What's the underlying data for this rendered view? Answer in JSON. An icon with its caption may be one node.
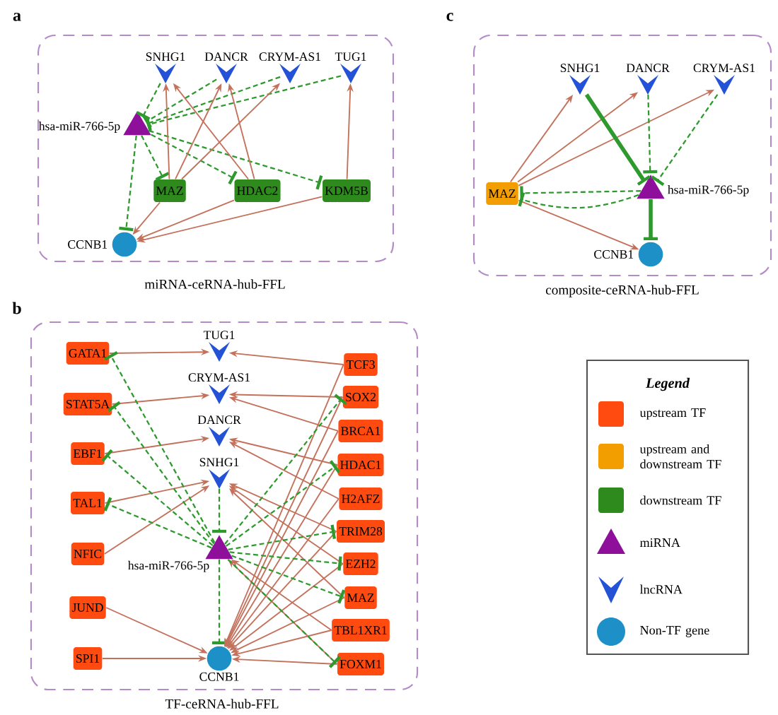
{
  "diagram": {
    "nodes": [
      {
        "text": [
          "miRNA-ceRNA-hub-FFL"
        ]
      },
      {
        "text": [
          "SNHG1"
        ],
        "in": 0
      },
      {
        "text": [
          "DANCR"
        ],
        "in": 0
      },
      {
        "text": [
          "CRYM-AS1"
        ],
        "in": 0
      },
      {
        "text": [
          "TUG1"
        ],
        "in": 0
      },
      {
        "text": [
          "hsa-miR-766-5p"
        ],
        "in": 0
      },
      {
        "text": [
          "MAZ"
        ],
        "in": 0
      },
      {
        "text": [
          "HDAC2"
        ],
        "in": 0
      },
      {
        "text": [
          "KDM5B"
        ],
        "in": 0
      },
      {
        "text": [
          "CCNB1"
        ],
        "in": 0
      },
      {
        "text": [
          "composite-ceRNA-hub-FFL"
        ]
      },
      {
        "text": [
          "SNHG1"
        ],
        "in": 10
      },
      {
        "text": [
          "DANCR"
        ],
        "in": 10
      },
      {
        "text": [
          "CRYM-AS1"
        ],
        "in": 10
      },
      {
        "text": [
          "MAZ"
        ],
        "in": 10
      },
      {
        "text": [
          "hsa-miR-766-5p"
        ],
        "in": 10
      },
      {
        "text": [
          "CCNB1"
        ],
        "in": 10
      },
      {
        "text": [
          "TF-ceRNA-hub-FFL"
        ]
      },
      {
        "text": [
          "GATA1"
        ],
        "in": 17
      },
      {
        "text": [
          "STAT5A"
        ],
        "in": 17
      },
      {
        "text": [
          "EBF1"
        ],
        "in": 17
      },
      {
        "text": [
          "TAL1"
        ],
        "in": 17
      },
      {
        "text": [
          "NFIC"
        ],
        "in": 17
      },
      {
        "text": [
          "JUND"
        ],
        "in": 17
      },
      {
        "text": [
          "SPI1"
        ],
        "in": 17
      },
      {
        "text": [
          "TUG1"
        ],
        "in": 17
      },
      {
        "text": [
          "CRYM-AS1"
        ],
        "in": 17
      },
      {
        "text": [
          "DANCR"
        ],
        "in": 17
      },
      {
        "text": [
          "SNHG1"
        ],
        "in": 17
      },
      {
        "text": [
          "hsa-miR-766-5p"
        ],
        "in": 17
      },
      {
        "text": [
          "CCNB1"
        ],
        "in": 17
      },
      {
        "text": [
          "TCF3"
        ],
        "in": 17
      },
      {
        "text": [
          "SOX2"
        ],
        "in": 17
      },
      {
        "text": [
          "BRCA1"
        ],
        "in": 17
      },
      {
        "text": [
          "HDAC1"
        ],
        "in": 17
      },
      {
        "text": [
          "H2AFZ"
        ],
        "in": 17
      },
      {
        "text": [
          "TRIM28"
        ],
        "in": 17
      },
      {
        "text": [
          "EZH2"
        ],
        "in": 17
      },
      {
        "text": [
          "MAZ"
        ],
        "in": 17
      },
      {
        "text": [
          "TBL1XR1"
        ],
        "in": 17
      },
      {
        "text": [
          "FOXM1"
        ],
        "in": 17
      }
    ],
    "edges": [
      {
        "from": 1,
        "to": 5,
        "arrow": "other",
        "style": "dashed",
        "color": "#2e9a2e"
      },
      {
        "from": 2,
        "to": 5,
        "arrow": "other",
        "style": "dashed",
        "color": "#2e9a2e"
      },
      {
        "from": 3,
        "to": 5,
        "arrow": "other",
        "style": "dashed",
        "color": "#2e9a2e"
      },
      {
        "from": 4,
        "to": 5,
        "arrow": "other",
        "style": "dashed",
        "color": "#2e9a2e"
      },
      {
        "from": 5,
        "to": 6,
        "arrow": "other",
        "style": "dashed",
        "color": "#2e9a2e"
      },
      {
        "from": 5,
        "to": 7,
        "arrow": "other",
        "style": "dashed",
        "color": "#2e9a2e"
      },
      {
        "from": 5,
        "to": 8,
        "arrow": "other",
        "style": "dashed",
        "color": "#2e9a2e"
      },
      {
        "from": 5,
        "to": 9,
        "arrow": "other",
        "style": "dashed",
        "color": "#2e9a2e"
      },
      {
        "from": 6,
        "to": 1,
        "arrow": "to"
      },
      {
        "from": 6,
        "to": 2,
        "arrow": "to"
      },
      {
        "from": 6,
        "to": 3,
        "arrow": "to"
      },
      {
        "from": 7,
        "to": 1,
        "arrow": "to"
      },
      {
        "from": 7,
        "to": 2,
        "arrow": "to"
      },
      {
        "from": 8,
        "to": 4,
        "arrow": "to"
      },
      {
        "from": 6,
        "to": 9,
        "arrow": "to"
      },
      {
        "from": 7,
        "to": 9,
        "arrow": "to"
      },
      {
        "from": 8,
        "to": 9,
        "arrow": "to"
      },
      {
        "from": 14,
        "to": 11,
        "arrow": "to"
      },
      {
        "from": 14,
        "to": 12,
        "arrow": "to"
      },
      {
        "from": 14,
        "to": 13,
        "arrow": "to"
      },
      {
        "from": 14,
        "to": 16,
        "arrow": "to"
      },
      {
        "from": 11,
        "to": 15,
        "arrow": "other",
        "style": "thick",
        "color": "#2e9a2e"
      },
      {
        "from": 12,
        "to": 15,
        "arrow": "other",
        "style": "dashed",
        "color": "#2e9a2e"
      },
      {
        "from": 13,
        "to": 15,
        "arrow": "other",
        "style": "dashed",
        "color": "#2e9a2e"
      },
      {
        "from": 15,
        "to": 14,
        "arrow": "other",
        "style": "dashed",
        "color": "#2e9a2e"
      },
      {
        "from": 15,
        "to": 14,
        "arrow": "other",
        "style": "dashed",
        "color": "#2e9a2e"
      },
      {
        "from": 15,
        "to": 16,
        "arrow": "other",
        "style": "thick",
        "color": "#2e9a2e"
      },
      {
        "from": 18,
        "to": 25,
        "arrow": "to"
      },
      {
        "from": 19,
        "to": 26,
        "arrow": "to"
      },
      {
        "from": 20,
        "to": 27,
        "arrow": "to"
      },
      {
        "from": 21,
        "to": 28,
        "arrow": "to"
      },
      {
        "from": 22,
        "to": 28,
        "arrow": "to"
      },
      {
        "from": 23,
        "to": 30,
        "arrow": "to"
      },
      {
        "from": 24,
        "to": 30,
        "arrow": "to"
      },
      {
        "from": 29,
        "to": 18,
        "arrow": "other",
        "style": "dashed",
        "color": "#2e9a2e"
      },
      {
        "from": 29,
        "to": 19,
        "arrow": "other",
        "style": "dashed",
        "color": "#2e9a2e"
      },
      {
        "from": 29,
        "to": 20,
        "arrow": "other",
        "style": "dashed",
        "color": "#2e9a2e"
      },
      {
        "from": 29,
        "to": 21,
        "arrow": "other",
        "style": "dashed",
        "color": "#2e9a2e"
      },
      {
        "from": 28,
        "to": 29,
        "arrow": "other",
        "style": "dashed",
        "color": "#2e9a2e"
      },
      {
        "from": 29,
        "to": 30,
        "arrow": "other",
        "style": "dashed",
        "color": "#2e9a2e"
      },
      {
        "from": 31,
        "to": 30,
        "arrow": "to"
      },
      {
        "from": 32,
        "to": 30,
        "arrow": "to"
      },
      {
        "from": 33,
        "to": 30,
        "arrow": "to"
      },
      {
        "from": 34,
        "to": 30,
        "arrow": "to"
      },
      {
        "from": 35,
        "to": 30,
        "arrow": "to"
      },
      {
        "from": 36,
        "to": 30,
        "arrow": "to"
      },
      {
        "from": 37,
        "to": 30,
        "arrow": "to"
      },
      {
        "from": 38,
        "to": 30,
        "arrow": "to"
      },
      {
        "from": 39,
        "to": 30,
        "arrow": "to"
      },
      {
        "from": 40,
        "to": 30,
        "arrow": "to"
      },
      {
        "from": 31,
        "to": 25,
        "arrow": "to"
      },
      {
        "from": 32,
        "to": 26,
        "arrow": "to"
      },
      {
        "from": 33,
        "to": 26,
        "arrow": "to"
      },
      {
        "from": 34,
        "to": 27,
        "arrow": "to"
      },
      {
        "from": 35,
        "to": 27,
        "arrow": "to"
      },
      {
        "from": 36,
        "to": 28,
        "arrow": "to"
      },
      {
        "from": 37,
        "to": 28,
        "arrow": "to"
      },
      {
        "from": 38,
        "to": 28,
        "arrow": "to"
      },
      {
        "from": 39,
        "to": 29,
        "arrow": "to"
      },
      {
        "from": 40,
        "to": 29,
        "arrow": "to"
      },
      {
        "from": 29,
        "to": 32,
        "arrow": "other",
        "style": "dashed",
        "color": "#2e9a2e"
      },
      {
        "from": 29,
        "to": 34,
        "arrow": "other",
        "style": "dashed",
        "color": "#2e9a2e"
      },
      {
        "from": 29,
        "to": 36,
        "arrow": "other",
        "style": "dashed",
        "color": "#2e9a2e"
      },
      {
        "from": 29,
        "to": 37,
        "arrow": "other",
        "style": "dashed",
        "color": "#2e9a2e"
      },
      {
        "from": 29,
        "to": 38,
        "arrow": "other",
        "style": "dashed",
        "color": "#2e9a2e"
      },
      {
        "from": 29,
        "to": 40,
        "arrow": "other",
        "style": "dashed",
        "color": "#2e9a2e"
      }
    ],
    "labels": [
      "a",
      "c",
      "b",
      "Legend"
    ],
    "legend": [
      {
        "text": "upstream TF",
        "color": "#ff4a10"
      },
      {
        "text": "upstream and downstream TF",
        "color": "#f29e00"
      },
      {
        "text": "downstream TF",
        "color": "#2f8a1e"
      },
      {
        "text": "miRNA",
        "color": "#8e0f9a"
      },
      {
        "text": "lncRNA",
        "color": "#2452d6"
      },
      {
        "text": "Non-TF gene",
        "color": "#1d90c8"
      }
    ]
  }
}
